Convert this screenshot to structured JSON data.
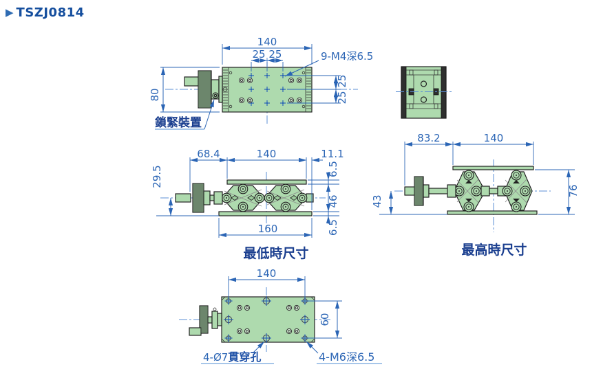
{
  "title": {
    "marker": "▶",
    "text": "TSZJ0814"
  },
  "colors": {
    "background": "#ffffff",
    "drawing_green": "#aedaae",
    "knob_green": "#9ccb9c",
    "outline": "#222222",
    "dimension_blue": "#2b65b5",
    "centerline_blue": "#5b8fd4",
    "label_navy": "#1a3e8f",
    "title_navy": "#164f9e"
  },
  "views": {
    "top": {
      "dim_width": "140",
      "dim_pitch_top": "25 25",
      "dim_height": "80",
      "dim_pitch_right": "25 25",
      "note_holes": "9-M4深6.5",
      "label_lock": "鎖緊裝置"
    },
    "lowest": {
      "caption": "最低時尺寸",
      "dim_knob": "68.4",
      "dim_top_plate": "140",
      "dim_offset": "11.1",
      "dim_plate_top": "6.5",
      "dim_travel": "46",
      "dim_plate_bottom": "6.5",
      "dim_base": "160",
      "dim_center_height": "29.5"
    },
    "highest": {
      "caption": "最高時尺寸",
      "dim_knob": "83.2",
      "dim_top_plate": "140",
      "dim_center_height": "43",
      "dim_total_height": "76"
    },
    "bottom": {
      "dim_width": "140",
      "dim_depth": "60",
      "note_through_prefix": "4-Ø7",
      "note_through_bold": "貫穿孔",
      "note_tapped": "4-M6深6.5"
    }
  }
}
